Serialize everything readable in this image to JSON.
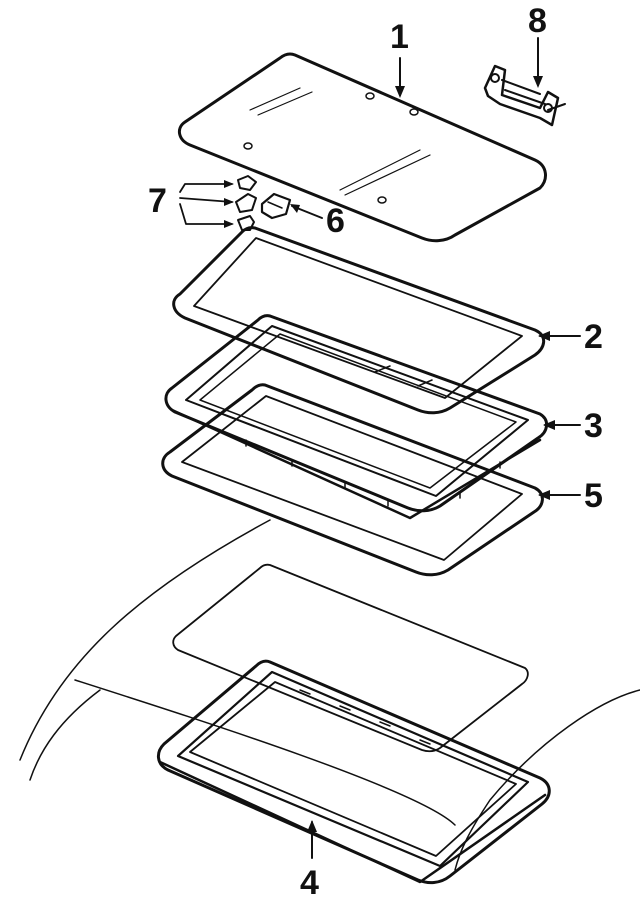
{
  "diagram": {
    "callouts": {
      "glass_panel": "1",
      "seal_upper": "2",
      "frame": "3",
      "housing_base": "4",
      "seal_lower": "5",
      "clip": "6",
      "fasteners": "7",
      "hinge_bracket": "8"
    }
  }
}
